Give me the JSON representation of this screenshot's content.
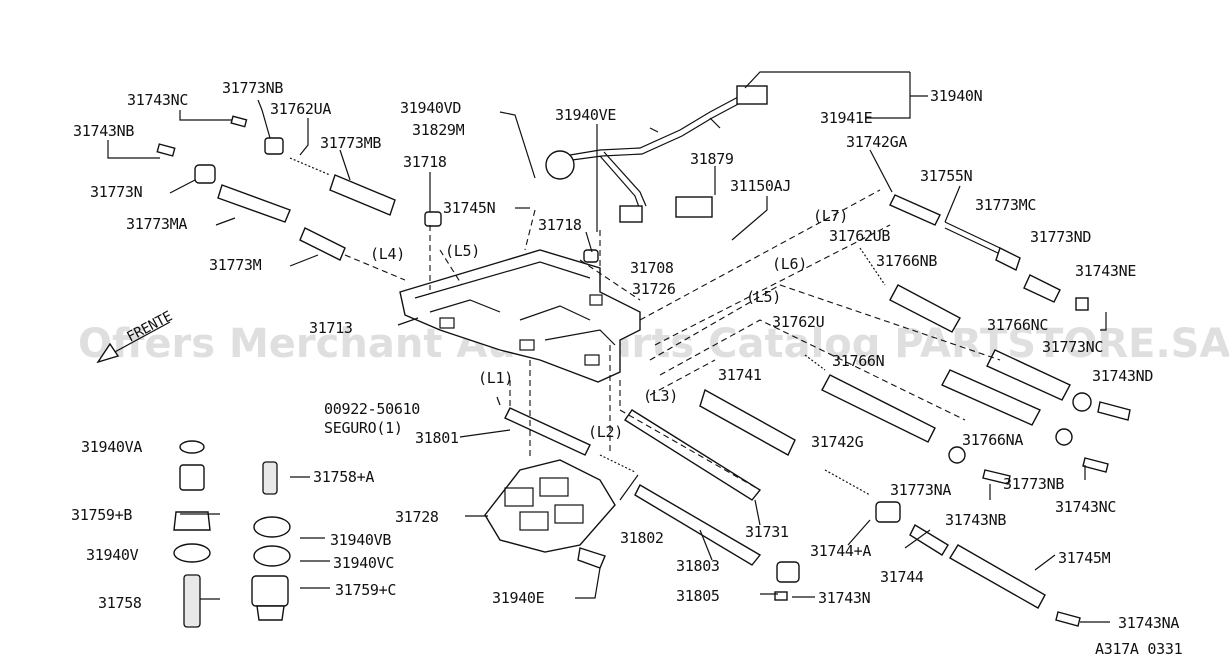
{
  "diagram": {
    "watermark": "Offers Merchant Auto Parts Catalog PARTSTORE.SA",
    "front_label": "FRENTE",
    "figure_code": "A317A 0331",
    "labels": [
      {
        "id": "l0",
        "text": "31743NC"
      },
      {
        "id": "l1",
        "text": "31773NB"
      },
      {
        "id": "l2",
        "text": "31743NB"
      },
      {
        "id": "l3",
        "text": "31762UA"
      },
      {
        "id": "l4",
        "text": "31773MB"
      },
      {
        "id": "l5",
        "text": "31773N"
      },
      {
        "id": "l6",
        "text": "31773MA"
      },
      {
        "id": "l7",
        "text": "31773M"
      },
      {
        "id": "l8",
        "text": "(L4)"
      },
      {
        "id": "l9",
        "text": "(L5)"
      },
      {
        "id": "l10",
        "text": "31718"
      },
      {
        "id": "l11",
        "text": "31745N"
      },
      {
        "id": "l12",
        "text": "31940VD"
      },
      {
        "id": "l13",
        "text": "31829M"
      },
      {
        "id": "l14",
        "text": "31940VE"
      },
      {
        "id": "l15",
        "text": "31718"
      },
      {
        "id": "l16",
        "text": "31708"
      },
      {
        "id": "l17",
        "text": "31726"
      },
      {
        "id": "l18",
        "text": "31879"
      },
      {
        "id": "l19",
        "text": "31150AJ"
      },
      {
        "id": "l20",
        "text": "31940N"
      },
      {
        "id": "l21",
        "text": "31941E"
      },
      {
        "id": "l22",
        "text": "31742GA"
      },
      {
        "id": "l23",
        "text": "31755N"
      },
      {
        "id": "l24",
        "text": "(L7)"
      },
      {
        "id": "l25",
        "text": "31762UB"
      },
      {
        "id": "l26",
        "text": "(L6)"
      },
      {
        "id": "l27",
        "text": "31773MC"
      },
      {
        "id": "l28",
        "text": "31773ND"
      },
      {
        "id": "l29",
        "text": "31743NE"
      },
      {
        "id": "l30",
        "text": "31766NB"
      },
      {
        "id": "l31",
        "text": "(L5)"
      },
      {
        "id": "l32",
        "text": "31766NC"
      },
      {
        "id": "l33",
        "text": "31762U"
      },
      {
        "id": "l34",
        "text": "31773NC"
      },
      {
        "id": "l35",
        "text": "31766N"
      },
      {
        "id": "l36",
        "text": "31743ND"
      },
      {
        "id": "l37",
        "text": "31713"
      },
      {
        "id": "l38",
        "text": "(L1)"
      },
      {
        "id": "l39",
        "text": "(L3)"
      },
      {
        "id": "l40",
        "text": "31741"
      },
      {
        "id": "l41",
        "text": "00922-50610"
      },
      {
        "id": "l42",
        "text": "SEGURO(1)"
      },
      {
        "id": "l43",
        "text": "31801"
      },
      {
        "id": "l44",
        "text": "(L2)"
      },
      {
        "id": "l45",
        "text": "31742G"
      },
      {
        "id": "l46",
        "text": "31766NA"
      },
      {
        "id": "l47",
        "text": "31940VA"
      },
      {
        "id": "l48",
        "text": "31758+A"
      },
      {
        "id": "l49",
        "text": "31773NA"
      },
      {
        "id": "l50",
        "text": "31773NB"
      },
      {
        "id": "l51",
        "text": "31759+B"
      },
      {
        "id": "l52",
        "text": "31728"
      },
      {
        "id": "l53",
        "text": "31743NB"
      },
      {
        "id": "l54",
        "text": "31743NC"
      },
      {
        "id": "l55",
        "text": "31940VB"
      },
      {
        "id": "l56",
        "text": "31731"
      },
      {
        "id": "l57",
        "text": "31802"
      },
      {
        "id": "l58",
        "text": "31744+A"
      },
      {
        "id": "l59",
        "text": "31940V"
      },
      {
        "id": "l60",
        "text": "31940VC"
      },
      {
        "id": "l61",
        "text": "31803"
      },
      {
        "id": "l62",
        "text": "31745M"
      },
      {
        "id": "l63",
        "text": "31744"
      },
      {
        "id": "l64",
        "text": "31758"
      },
      {
        "id": "l65",
        "text": "31759+C"
      },
      {
        "id": "l66",
        "text": "31940E"
      },
      {
        "id": "l67",
        "text": "31805"
      },
      {
        "id": "l68",
        "text": "31743N"
      },
      {
        "id": "l69",
        "text": "31743NA"
      }
    ]
  }
}
